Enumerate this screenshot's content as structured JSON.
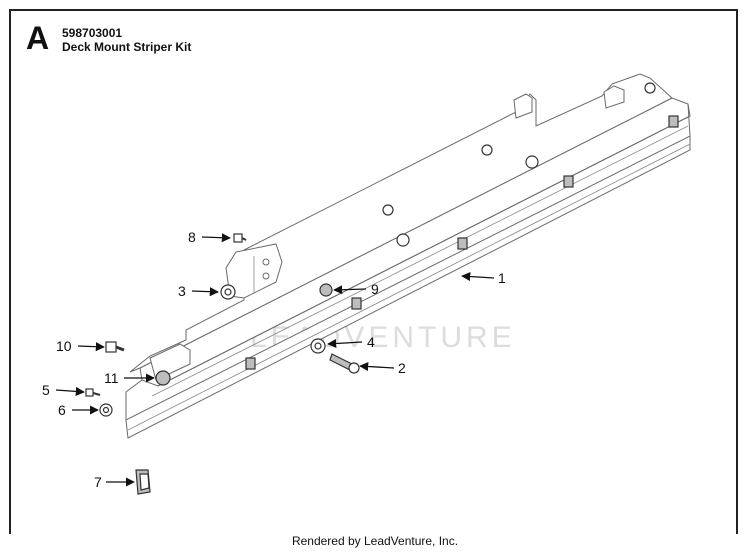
{
  "header": {
    "section_letter": "A",
    "part_number": "598703001",
    "kit_name": "Deck Mount Striper Kit"
  },
  "watermark": "LEADVENTURE",
  "footer": "Rendered by LeadVenture, Inc.",
  "callouts": [
    {
      "id": "1",
      "label": "1"
    },
    {
      "id": "2",
      "label": "2"
    },
    {
      "id": "3",
      "label": "3"
    },
    {
      "id": "4",
      "label": "4"
    },
    {
      "id": "5",
      "label": "5"
    },
    {
      "id": "6",
      "label": "6"
    },
    {
      "id": "7",
      "label": "7"
    },
    {
      "id": "8",
      "label": "8"
    },
    {
      "id": "9",
      "label": "9"
    },
    {
      "id": "10",
      "label": "10"
    },
    {
      "id": "11",
      "label": "11"
    }
  ]
}
